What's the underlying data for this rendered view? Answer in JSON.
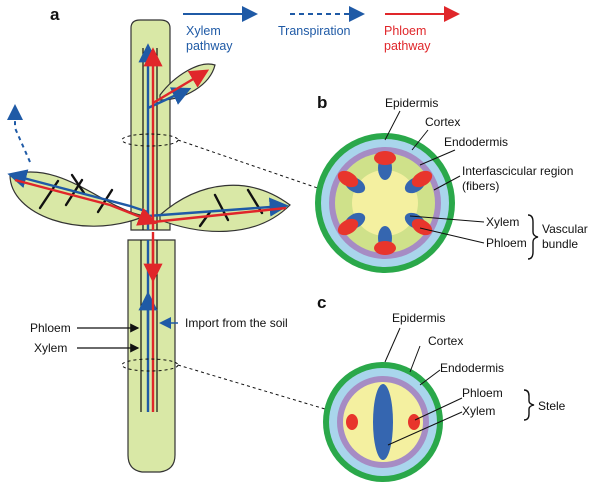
{
  "panels": {
    "a": "a",
    "b": "b",
    "c": "c"
  },
  "legend": {
    "xylem_line1": "Xylem",
    "xylem_line2": "pathway",
    "transpiration": "Transpiration",
    "phloem_line1": "Phloem",
    "phloem_line2": "pathway"
  },
  "plant_labels": {
    "phloem": "Phloem",
    "xylem": "Xylem",
    "import": "Import from the soil"
  },
  "stem_section": {
    "epidermis": "Epidermis",
    "cortex": "Cortex",
    "endodermis": "Endodermis",
    "interfascicular_line1": "Interfascicular region",
    "interfascicular_line2": "(fibers)",
    "xylem": "Xylem",
    "phloem": "Phloem",
    "bundle_line1": "Vascular",
    "bundle_line2": "bundle"
  },
  "root_section": {
    "epidermis": "Epidermis",
    "cortex": "Cortex",
    "endodermis": "Endodermis",
    "phloem": "Phloem",
    "xylem": "Xylem",
    "stele": "Stele"
  },
  "colors": {
    "xylem": "#1f5aa6",
    "phloem": "#e0262a",
    "plant_fill": "#d9e8a6",
    "epidermis": "#2aa84a",
    "cortex": "#a9d5ec",
    "endodermis": "#a68cc4",
    "core": "#f4f0a0"
  }
}
